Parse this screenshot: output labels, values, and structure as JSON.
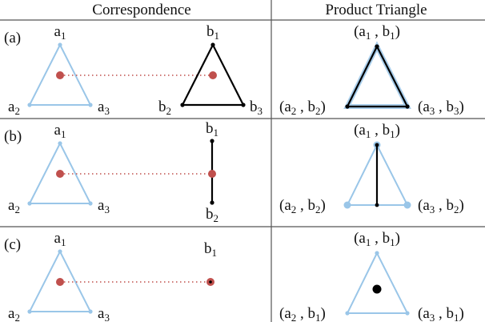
{
  "headers": {
    "left": "Correspondence",
    "right": "Product Triangle"
  },
  "rows": [
    {
      "tag": "(a)",
      "left_tri": {
        "top": [
          "a",
          "1"
        ],
        "left": [
          "a",
          "2"
        ],
        "right": [
          "a",
          "3"
        ]
      },
      "target": {
        "type": "triangle",
        "top": [
          "b",
          "1"
        ],
        "left": [
          "b",
          "2"
        ],
        "right": [
          "b",
          "3"
        ]
      },
      "product": {
        "top": [
          "(a",
          "1",
          " , b",
          "1",
          ")"
        ],
        "left": [
          "(a",
          "2",
          " , b",
          "2",
          ")"
        ],
        "right": [
          "(a",
          "3",
          " , b",
          "3",
          ")"
        ]
      }
    },
    {
      "tag": "(b)",
      "left_tri": {
        "top": [
          "a",
          "1"
        ],
        "left": [
          "a",
          "2"
        ],
        "right": [
          "a",
          "3"
        ]
      },
      "target": {
        "type": "segment",
        "top": [
          "b",
          "1"
        ],
        "bottom": [
          "b",
          "2"
        ]
      },
      "product": {
        "top": [
          "(a",
          "1",
          " , b",
          "1",
          ")"
        ],
        "left": [
          "(a",
          "2",
          " , b",
          "2",
          ")"
        ],
        "right": [
          "(a",
          "3",
          " , b",
          "2",
          ")"
        ]
      }
    },
    {
      "tag": "(c)",
      "left_tri": {
        "top": [
          "a",
          "1"
        ],
        "left": [
          "a",
          "2"
        ],
        "right": [
          "a",
          "3"
        ]
      },
      "target": {
        "type": "point",
        "top": [
          "b",
          "1"
        ]
      },
      "product": {
        "top": [
          "(a",
          "1",
          " , b",
          "1",
          ")"
        ],
        "left": [
          "(a",
          "2",
          " , b",
          "1",
          ")"
        ],
        "right": [
          "(a",
          "3",
          " , b",
          "1",
          ")"
        ]
      }
    }
  ],
  "colors": {
    "blue": "#9ac6e8",
    "red": "#c0504d",
    "black": "#000000",
    "divider": "#555555"
  }
}
